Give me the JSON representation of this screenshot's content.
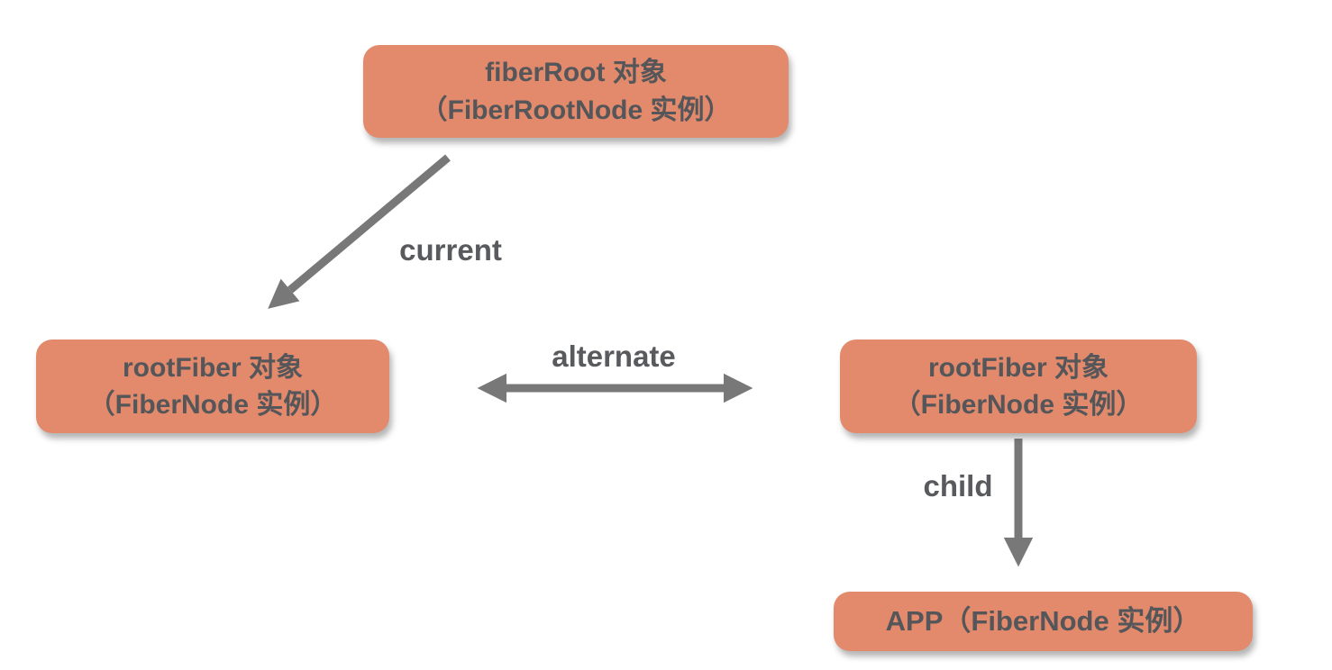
{
  "diagram": {
    "colors": {
      "node_fill": "#e28a6b",
      "node_text": "#54565a",
      "arrow": "#787878",
      "label": "#595a5e",
      "background": "#ffffff"
    },
    "nodes": {
      "fiberRoot": {
        "line1": "fiberRoot 对象",
        "line2": "（FiberRootNode 实例）"
      },
      "rootFiberLeft": {
        "line1": "rootFiber 对象",
        "line2": "（FiberNode 实例）"
      },
      "rootFiberRight": {
        "line1": "rootFiber 对象",
        "line2": "（FiberNode 实例）"
      },
      "app": {
        "line1": "APP（FiberNode 实例）"
      }
    },
    "edges": {
      "current": {
        "label": "current",
        "from": "fiberRoot",
        "to": "rootFiberLeft",
        "direction": "one-way"
      },
      "alternate": {
        "label": "alternate",
        "from": "rootFiberLeft",
        "to": "rootFiberRight",
        "direction": "two-way"
      },
      "child": {
        "label": "child",
        "from": "rootFiberRight",
        "to": "app",
        "direction": "one-way"
      }
    }
  }
}
